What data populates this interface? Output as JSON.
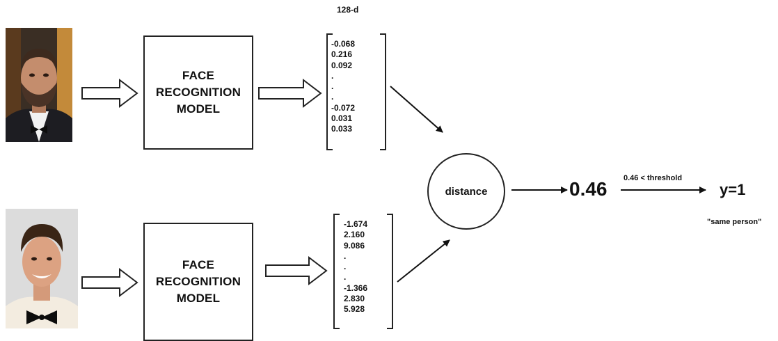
{
  "embedding_dims_label": "128-d",
  "pipelines": [
    {
      "model_label": "FACE\nRECOGNITION\nMODEL",
      "embedding": [
        "-0.068",
        "0.216",
        "0.092",
        ".",
        ".",
        ".",
        "-0.072",
        "0.031",
        "0.033"
      ]
    },
    {
      "model_label": "FACE\nRECOGNITION\nMODEL",
      "embedding": [
        "-1.674",
        "2.160",
        "9.086",
        ".",
        ".",
        ".",
        "-1.366",
        "2.830",
        "5.928"
      ]
    }
  ],
  "distance_label": "distance",
  "distance_value": "0.46",
  "comparison_label": "0.46 < threshold",
  "result_label": "y=1",
  "result_note": "\"same person\""
}
